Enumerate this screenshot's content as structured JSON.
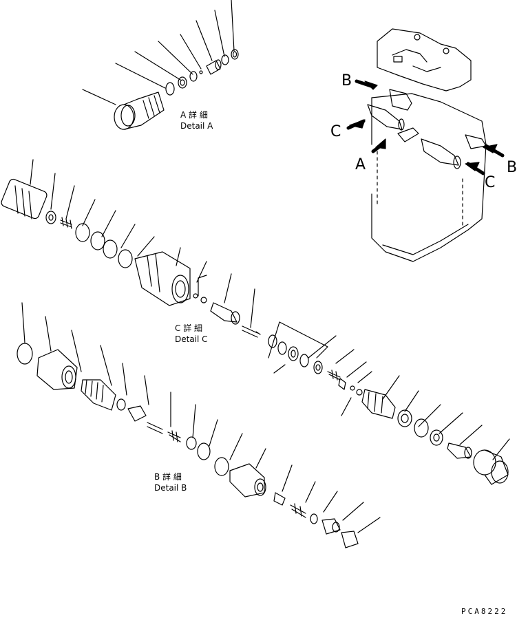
{
  "details": {
    "a": {
      "jp": "A 詳 細",
      "en": "Detail A"
    },
    "b": {
      "jp": "B 詳 細",
      "en": "Detail B"
    },
    "c": {
      "jp": "C 詳 細",
      "en": "Detail C"
    }
  },
  "callouts": {
    "b1": "B",
    "c1": "C",
    "a": "A",
    "b2": "B",
    "c2": "C"
  },
  "drawing_code": "PCA8222"
}
